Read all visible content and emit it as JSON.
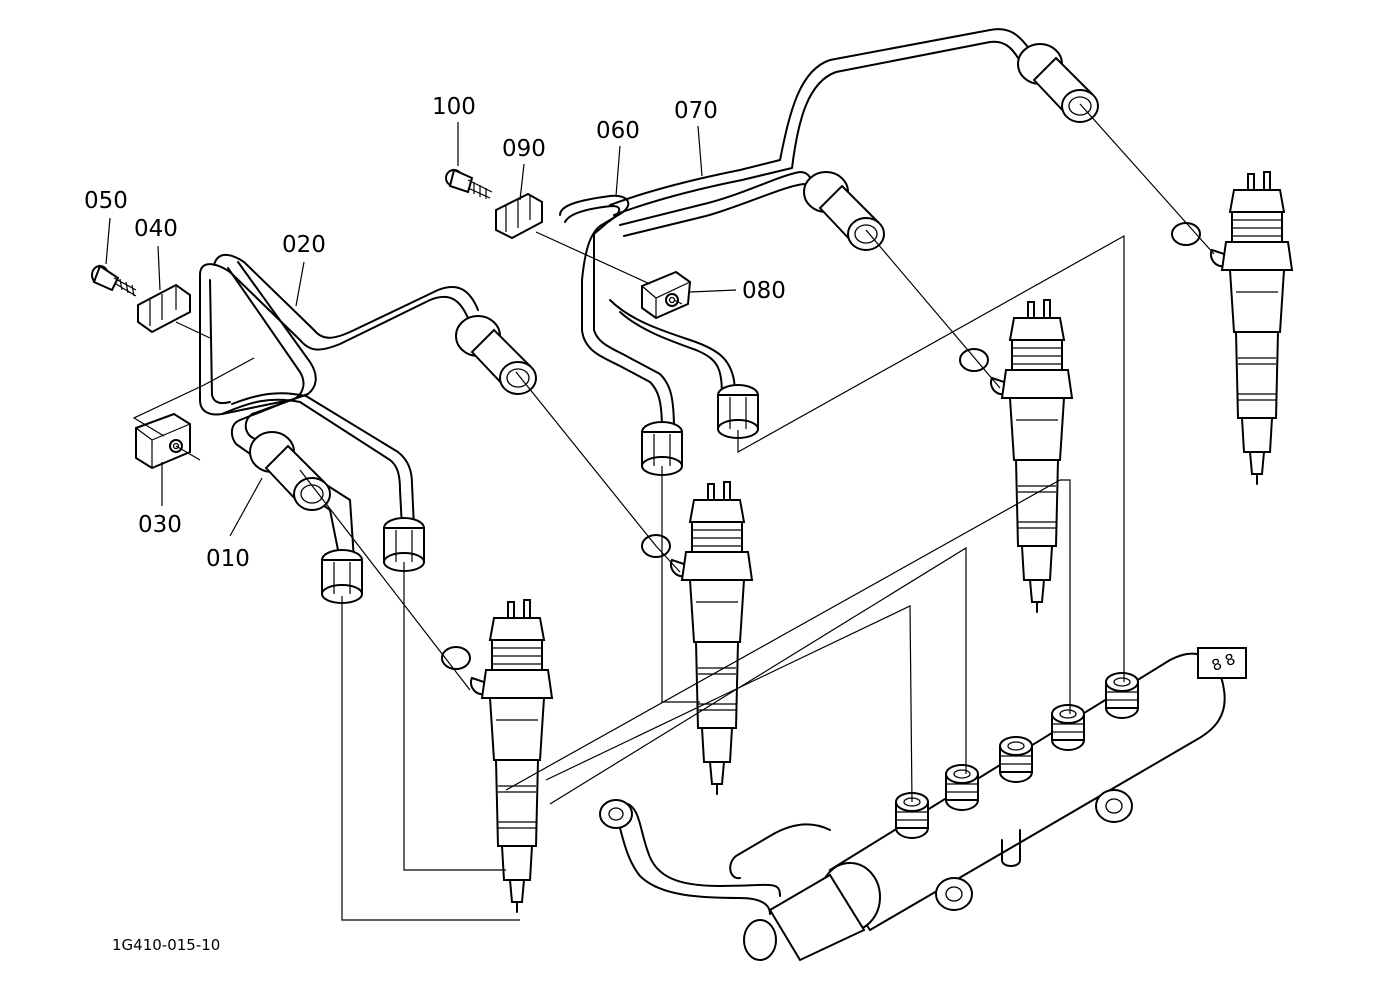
{
  "diagram": {
    "drawing_code": "1G410-015-10",
    "parts": [
      {
        "id": "010",
        "label": "010"
      },
      {
        "id": "020",
        "label": "020"
      },
      {
        "id": "030",
        "label": "030"
      },
      {
        "id": "040",
        "label": "040"
      },
      {
        "id": "050",
        "label": "050"
      },
      {
        "id": "060",
        "label": "060"
      },
      {
        "id": "070",
        "label": "070"
      },
      {
        "id": "080",
        "label": "080"
      },
      {
        "id": "090",
        "label": "090"
      },
      {
        "id": "100",
        "label": "100"
      }
    ]
  }
}
